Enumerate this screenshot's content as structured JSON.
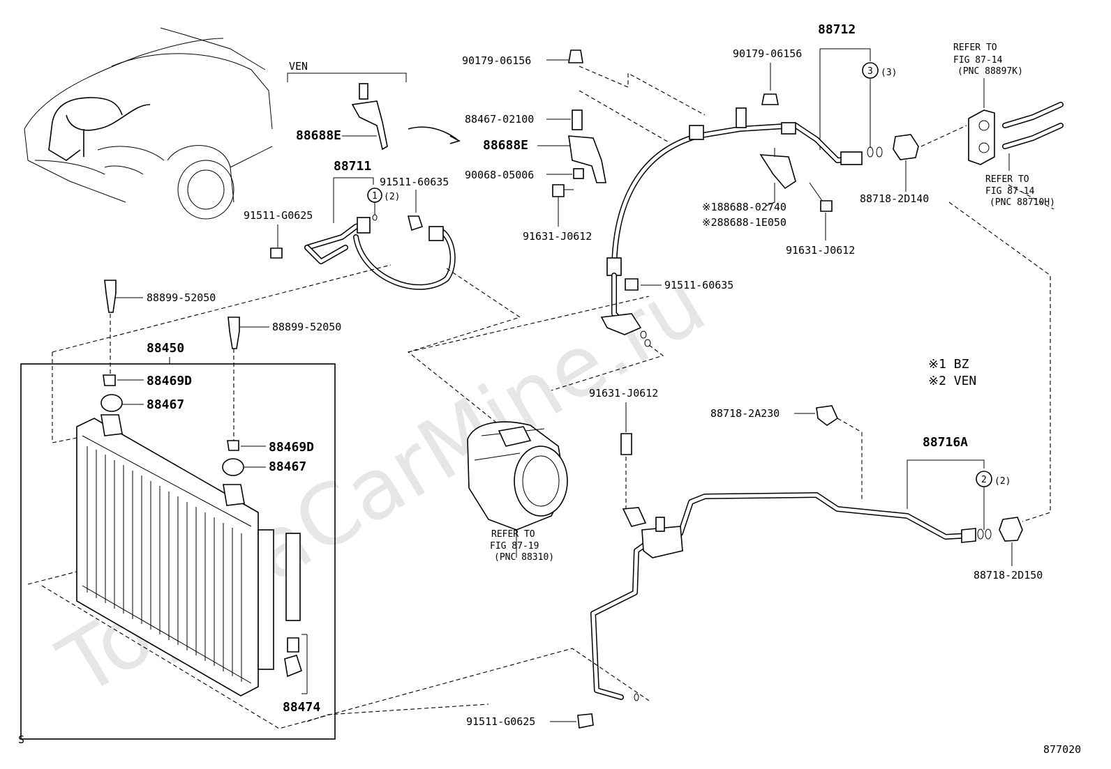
{
  "watermark": "ToyotaCarMine.ru",
  "figure_id": "877020",
  "corner_mark": "S",
  "variant_label": "VEN",
  "notes": [
    "※1 BZ",
    "※2 VEN"
  ],
  "group_labels": {
    "g88711": "88711",
    "g88712": "88712",
    "g88716A": "88716A",
    "g88450": "88450",
    "g88474": "88474"
  },
  "circle_markers": [
    {
      "num": "1",
      "qty": "(2)"
    },
    {
      "num": "3",
      "qty": "(3)"
    },
    {
      "num": "2",
      "qty": "(2)"
    }
  ],
  "parts": {
    "p88688E_ven": "88688E",
    "p88688E": "88688E",
    "p90179_06156_a": "90179-06156",
    "p90179_06156_b": "90179-06156",
    "p88467_02100": "88467-02100",
    "p90068_05006": "90068-05006",
    "p91631_J0612_a": "91631-J0612",
    "p91631_J0612_b": "91631-J0612",
    "p91631_J0612_c": "91631-J0612",
    "p91511_60635_a": "91511-60635",
    "p91511_60635_b": "91511-60635",
    "p91511_G0625_a": "91511-G0625",
    "p91511_G0625_b": "91511-G0625",
    "p88688_02740": "※188688-02740",
    "p88688_1E050": "※288688-1E050",
    "p88718_2D140": "88718-2D140",
    "p88718_2D150": "88718-2D150",
    "p88718_2A230": "88718-2A230",
    "p88899_52050_a": "88899-52050",
    "p88899_52050_b": "88899-52050",
    "p88469D_a": "88469D",
    "p88469D_b": "88469D",
    "p88467_a": "88467",
    "p88467_b": "88467"
  },
  "references": {
    "ref_top_1": "REFER TO",
    "ref_top_2": "FIG 87-14",
    "ref_top_3": "(PNC 88897K)",
    "ref_mid_1": "REFER TO",
    "ref_mid_2": "FIG 87-14",
    "ref_mid_3": "(PNC 88710H)",
    "ref_comp_1": "REFER TO",
    "ref_comp_2": "FIG 87-19",
    "ref_comp_3": "(PNC 88310)"
  }
}
